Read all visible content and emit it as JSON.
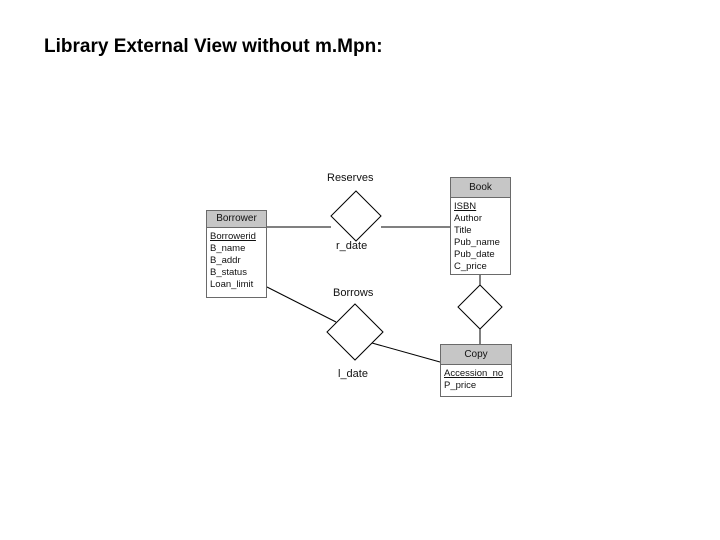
{
  "page": {
    "title": "Library External View without m.Mpn:"
  },
  "entities": {
    "borrower": {
      "name": "Borrower",
      "attributes": [
        {
          "text": "Borrowerid",
          "key": true
        },
        {
          "text": "B_name",
          "key": false
        },
        {
          "text": "B_addr",
          "key": false
        },
        {
          "text": "B_status",
          "key": false
        },
        {
          "text": "Loan_limit",
          "key": false
        }
      ]
    },
    "book": {
      "name": "Book",
      "attributes": [
        {
          "text": "ISBN",
          "key": true
        },
        {
          "text": "Author",
          "key": false
        },
        {
          "text": "Title",
          "key": false
        },
        {
          "text": "Pub_name",
          "key": false
        },
        {
          "text": "Pub_date",
          "key": false
        },
        {
          "text": "C_price",
          "key": false
        }
      ]
    },
    "copy": {
      "name": "Copy",
      "attributes": [
        {
          "text": "Accession_no",
          "key": true
        },
        {
          "text": "P_price",
          "key": false
        }
      ]
    }
  },
  "relationships": {
    "reserves": {
      "name": "Reserves",
      "attribute": "r_date"
    },
    "borrows": {
      "name": "Borrows",
      "attribute": "l_date"
    },
    "book_copy": {
      "name": ""
    }
  },
  "colors": {
    "header_fill": "#c6c6c6",
    "border": "#6a6a6a",
    "line": "#000000"
  }
}
